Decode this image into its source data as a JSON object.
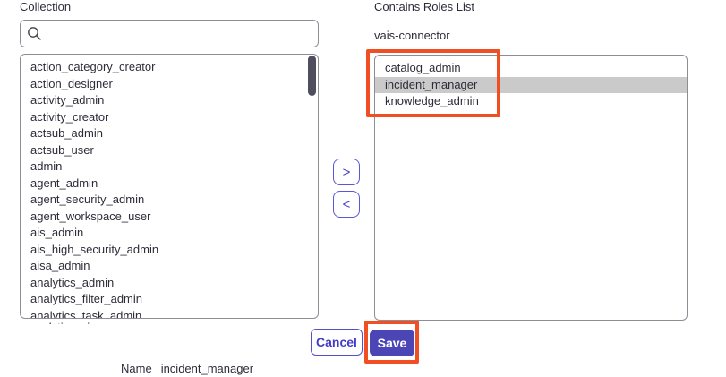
{
  "left_panel": {
    "label": "Collection",
    "search": {
      "value": "",
      "placeholder": ""
    },
    "items": [
      "action_category_creator",
      "action_designer",
      "activity_admin",
      "activity_creator",
      "actsub_admin",
      "actsub_user",
      "admin",
      "agent_admin",
      "agent_security_admin",
      "agent_workspace_user",
      "ais_admin",
      "ais_high_security_admin",
      "aisa_admin",
      "analytics_admin",
      "analytics_filter_admin",
      "analytics_task_admin"
    ],
    "clipped_item": "analytics_viewer"
  },
  "right_panel": {
    "label": "Contains Roles List",
    "group_name": "vais-connector",
    "items": [
      {
        "label": "catalog_admin",
        "selected": false
      },
      {
        "label": "incident_manager",
        "selected": true
      },
      {
        "label": "knowledge_admin",
        "selected": false
      }
    ]
  },
  "transfer": {
    "add_label": ">",
    "remove_label": "<"
  },
  "footer": {
    "cancel_label": "Cancel",
    "save_label": "Save",
    "name_label": "Name",
    "name_value": "incident_manager"
  },
  "colors": {
    "annotation_orange": "#f04e23",
    "primary_purple": "#4b45b6",
    "purple_border": "#5b55d7",
    "selected_row_gray": "#cacaca",
    "scrollbar_thumb": "#4e4e5f",
    "list_border_gray": "#8d8d96"
  }
}
